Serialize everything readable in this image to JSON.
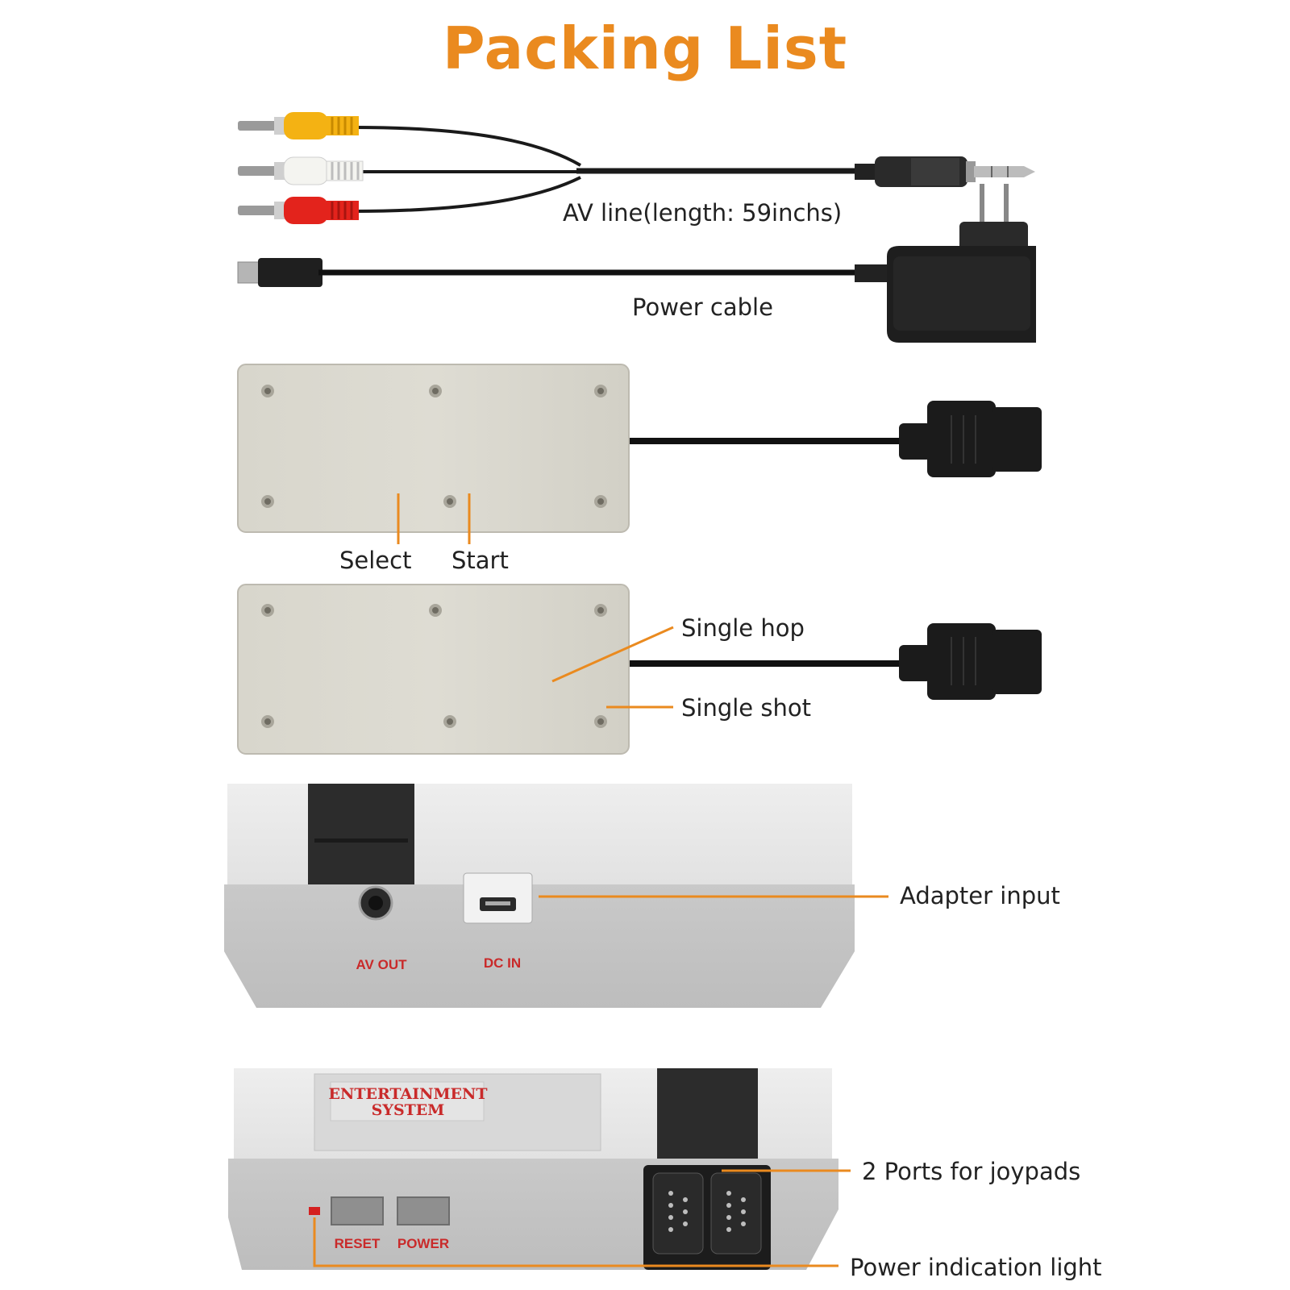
{
  "title": "Packing List",
  "labels": {
    "av_line": "AV line(length: 59inchs)",
    "power_cable": "Power cable",
    "select": "Select",
    "start": "Start",
    "single_hop": "Single hop",
    "single_shot": "Single shot",
    "adapter_input": "Adapter input",
    "ports_for_joypads": "2 Ports for joypads",
    "power_indication_light": "Power indication light"
  },
  "console_print": {
    "av_out": "AV OUT",
    "dc_in": "DC IN",
    "brand_line1": "ENTERTAINMENT",
    "brand_line2": "SYSTEM",
    "reset": "RESET",
    "power": "POWER"
  },
  "colors": {
    "accent": "#ea8a1f",
    "label_text": "#222222",
    "printed_red": "#c92a2a",
    "controller_body": "#d6d4ca",
    "console_grey": "#c8c8c8"
  }
}
